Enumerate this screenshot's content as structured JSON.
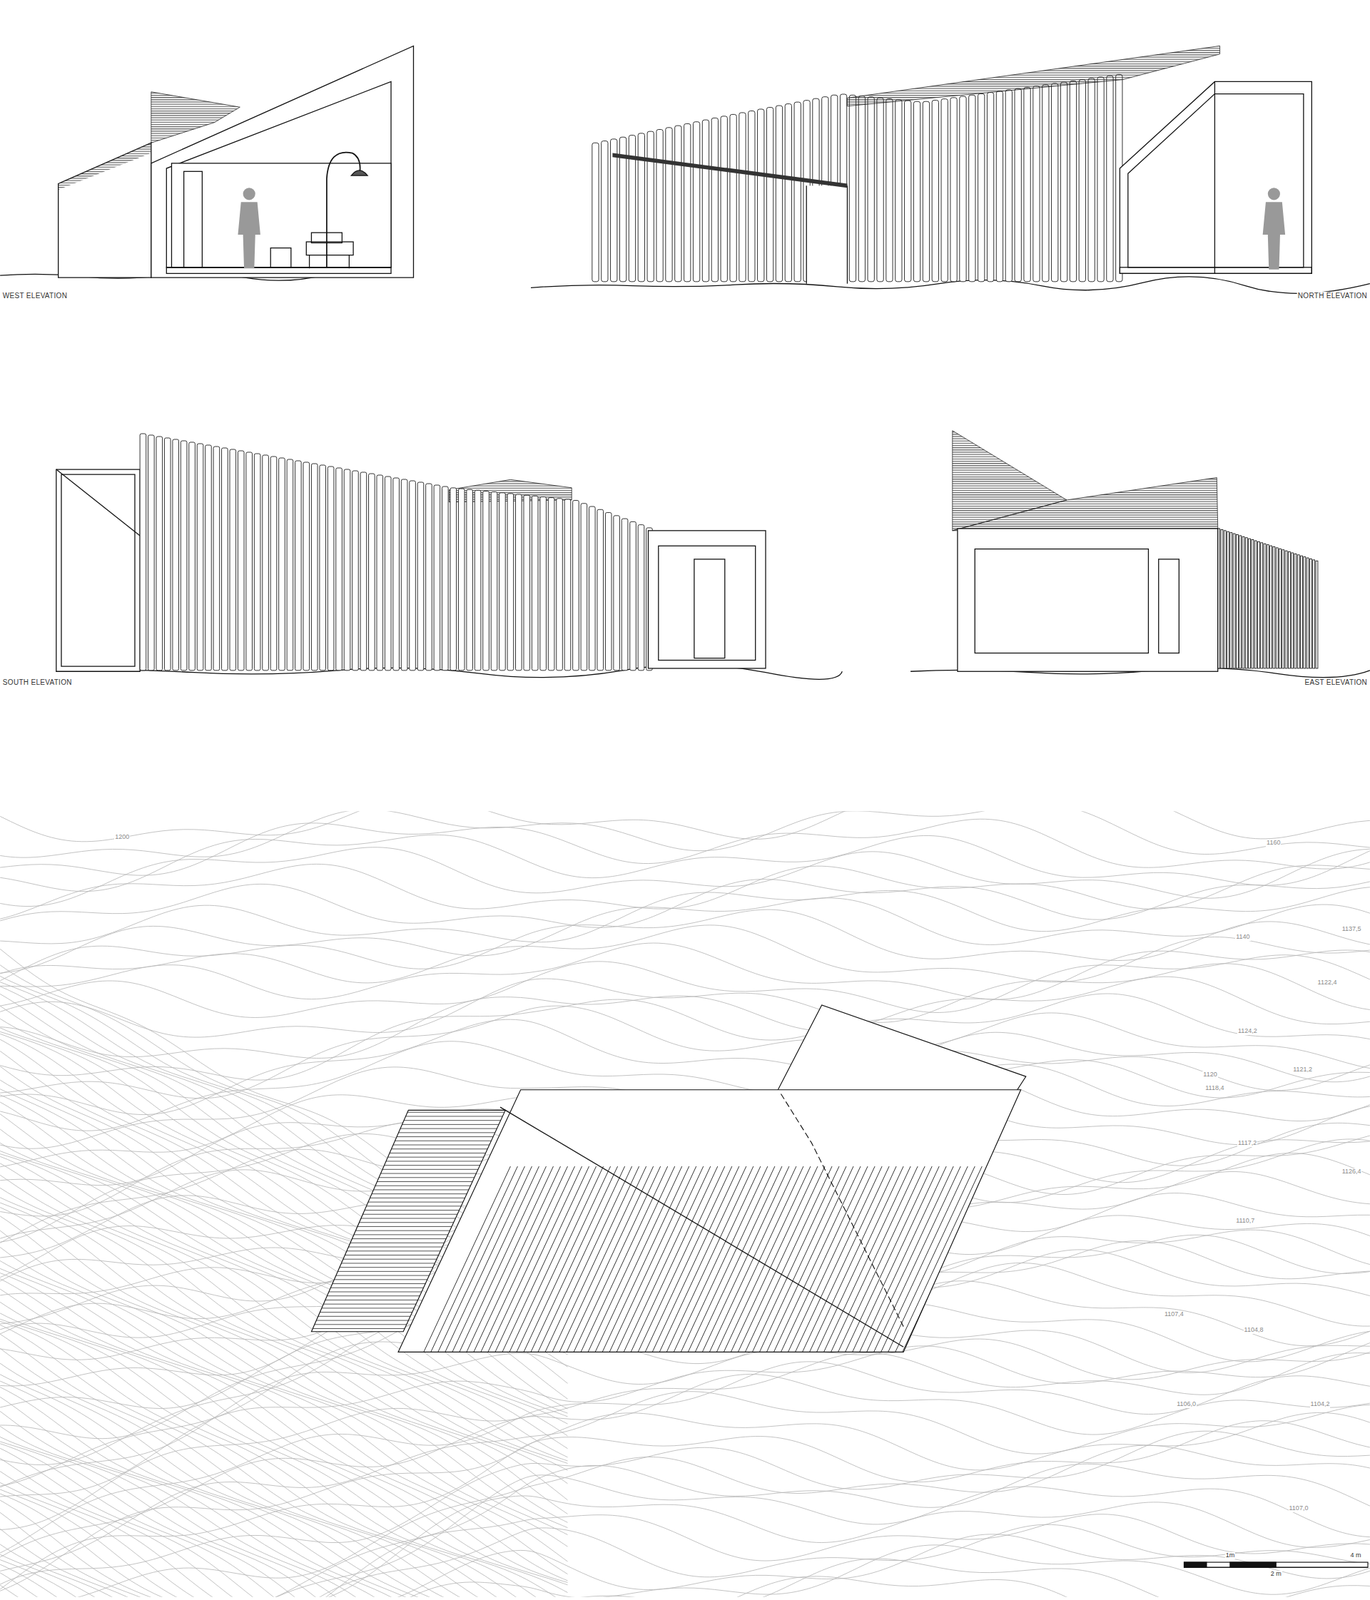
{
  "diagram": {
    "labels": [
      "WEST ELEVATION",
      "NORTH ELEVATION",
      "SOUTH ELEVATION",
      "EAST ELEVATION",
      "1200",
      "1160",
      "1140",
      "1120",
      "1137,5",
      "1122,4",
      "1124,2",
      "1121,2",
      "1118,4",
      "1117,2",
      "1126,4",
      "1110,7",
      "1107,4",
      "1104,8",
      "1106,0",
      "1104,2",
      "1107,0",
      "1m",
      "2 m",
      "4 m"
    ]
  }
}
